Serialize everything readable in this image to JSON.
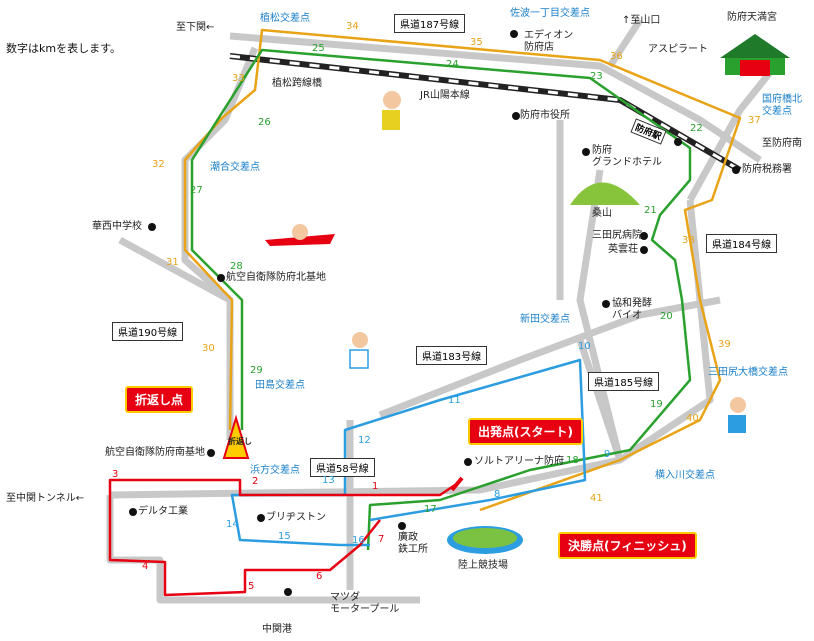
{
  "note": "数字はkmを表します。",
  "colors": {
    "outbound_red": "#e60012",
    "blue_course": "#2b9de0",
    "green_course": "#2aa12e",
    "orange_course": "#e8a317",
    "road": "#bdbdbd"
  },
  "callouts": {
    "turnaround": "折返し点",
    "start": "出発点(スタート)",
    "finish": "決勝点(フィニッシュ)"
  },
  "turnaround_sign": "折返し",
  "road_labels": {
    "pref187": "県道187号線",
    "pref184": "県道184号線",
    "pref190": "県道190号線",
    "pref183": "県道183号線",
    "pref185": "県道185号線",
    "pref58": "県道58号線"
  },
  "directions": {
    "to_shimonoseki": "至下関←",
    "to_yamaguchi": "↑至山口",
    "to_minami": "至防府南",
    "to_nakaseki_tunnel": "至中関トンネル←",
    "nakaseki_port": "中関港"
  },
  "intersections": {
    "uematsu": "植松交差点",
    "sabaicchome": "佐波一丁目交差点",
    "kokufukyokita": "国府橋北\n交差点",
    "shioai": "潮合交差点",
    "shindenn": "新田交差点",
    "tashiriohashi": "三田尻大橋交差点",
    "tajima": "田島交差点",
    "hamagata": "浜方交差点",
    "yokoirikawa": "横入川交差点"
  },
  "landmarks": {
    "edion": "エディオン\n防府店",
    "tenmangu": "防府天満宮",
    "aspirate": "アスピラート",
    "city_hall": "防府市役所",
    "station": "防府駅",
    "tax_office": "防府税務署",
    "grand_hotel": "防府\nグランドホテル",
    "kuwayama": "桑山",
    "mitajiri_hospital": "三田尻病院",
    "eiunso": "英雲荘",
    "kyowa_bio": "協和発酵\nバイオ",
    "kasei_jhs": "華西中学校",
    "jasdf_north": "航空自衛隊防府北基地",
    "jasdf_south": "航空自衛隊防府南基地",
    "delta": "デルタ工業",
    "bridgestone": "ブリヂストン",
    "kosei": "廣政\n鉄工所",
    "mazda": "マツダ\nモータープール",
    "salt_arena": "ソルトアリーナ防府",
    "stadium": "陸上競技場",
    "uematsu_bridge": "植松跨線橋",
    "jr_line": "JR山陽本線"
  },
  "km_markers": {
    "red": [
      "1",
      "2",
      "3",
      "4",
      "5",
      "6",
      "7"
    ],
    "blue": [
      "8",
      "9",
      "10",
      "11",
      "12",
      "13",
      "14",
      "15",
      "16"
    ],
    "green": [
      "17",
      "18",
      "19",
      "20",
      "21",
      "22",
      "23",
      "24",
      "25",
      "26",
      "27",
      "28",
      "29"
    ],
    "orange": [
      "30",
      "31",
      "32",
      "33",
      "34",
      "35",
      "36",
      "37",
      "38",
      "39",
      "40",
      "41"
    ]
  }
}
